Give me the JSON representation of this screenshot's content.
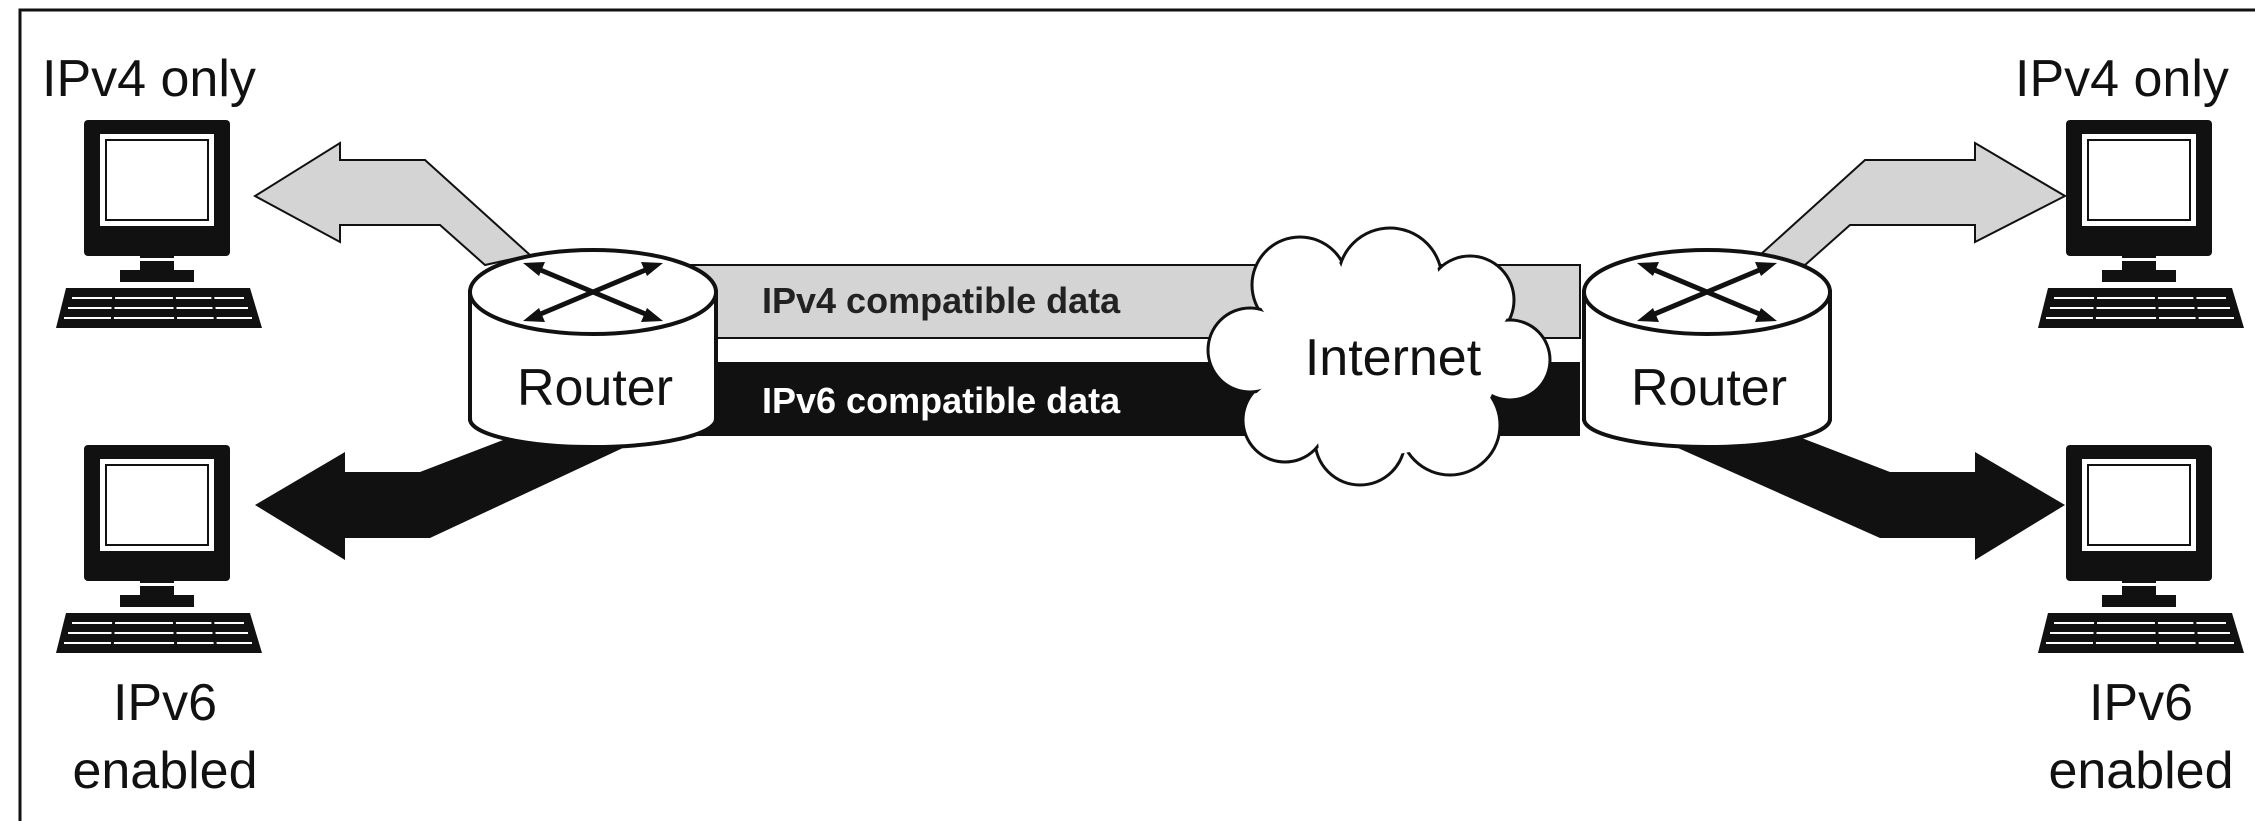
{
  "diagram": {
    "labels": {
      "left_top": "IPv4 only",
      "right_top": "IPv4 only",
      "left_bottom_line1": "IPv6",
      "left_bottom_line2": "enabled",
      "right_bottom_line1": "IPv6",
      "right_bottom_line2": "enabled",
      "router_left": "Router",
      "router_right": "Router",
      "internet": "Internet",
      "ipv4_band": "IPv4 compatible data",
      "ipv6_band": "IPv6 compatible data"
    },
    "colors": {
      "ipv4_flow": "#d4d4d4",
      "ipv6_flow": "#111111",
      "outline": "#111111",
      "background": "#ffffff"
    },
    "icons": [
      "computer-icon",
      "router-icon",
      "cloud-icon",
      "crossed-arrows-icon",
      "arrow-icon"
    ]
  }
}
